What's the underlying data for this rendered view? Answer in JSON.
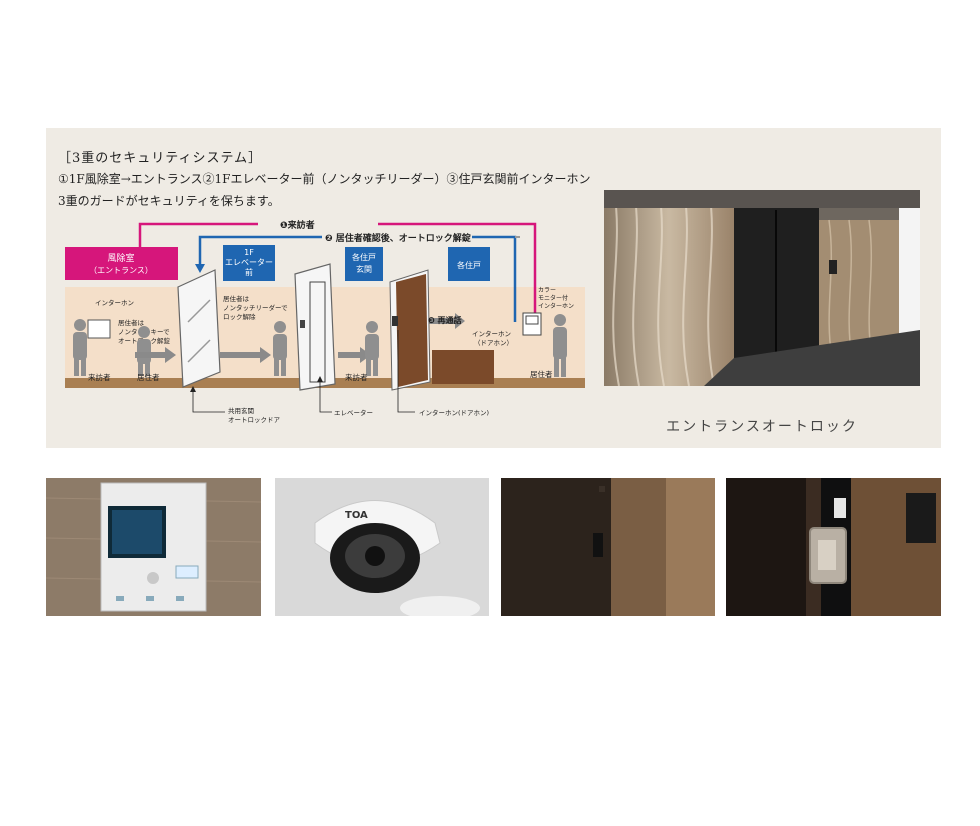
{
  "title": "［3重のセキュリティシステム］",
  "line1": "①1F風除室→エントランス②1Fエレベーター前（ノンタッチリーダー）③住戸玄関前インターホン",
  "line2": "3重のガードがセキュリティを保ちます。",
  "diagram": {
    "route_visitor": "❶来訪者",
    "route_auto": "❷ 居住者確認後、オートロック解錠",
    "box_windbreak": [
      "風除室",
      "（エントランス）"
    ],
    "box_elevator": [
      "1F",
      "エレベーター",
      "前"
    ],
    "box_door": [
      "各住戸",
      "玄関"
    ],
    "box_unit": "各住戸",
    "label_intercom": "インターホン",
    "resident_text": [
      "居住者は",
      "ノンタッチキーで",
      "オートロック解錠"
    ],
    "resident_text2": [
      "居住者は",
      "ノンタッチリーダーで",
      "ロック解除"
    ],
    "monitor_label": [
      "カラー",
      "モニター付",
      "インターホン"
    ],
    "recall": "❸ 再通話",
    "intercom_door": [
      "インターホン",
      "（ドアホン）"
    ],
    "visitor": "来訪者",
    "resident": "居住者",
    "visitor2": "来訪者",
    "resident2": "居住者",
    "callout_entrance": [
      "共用玄関",
      "オートロックドア"
    ],
    "callout_elevator": "エレベーター",
    "callout_doorphone": "インターホン(ドアホン)"
  },
  "photos": {
    "caption": "エントランスオートロック",
    "camera_brand": "TOA"
  },
  "colors": {
    "panel": "#efebe4",
    "magenta": "#d6167b",
    "blue": "#1f66b1",
    "arrow": "#8a8a8a"
  }
}
